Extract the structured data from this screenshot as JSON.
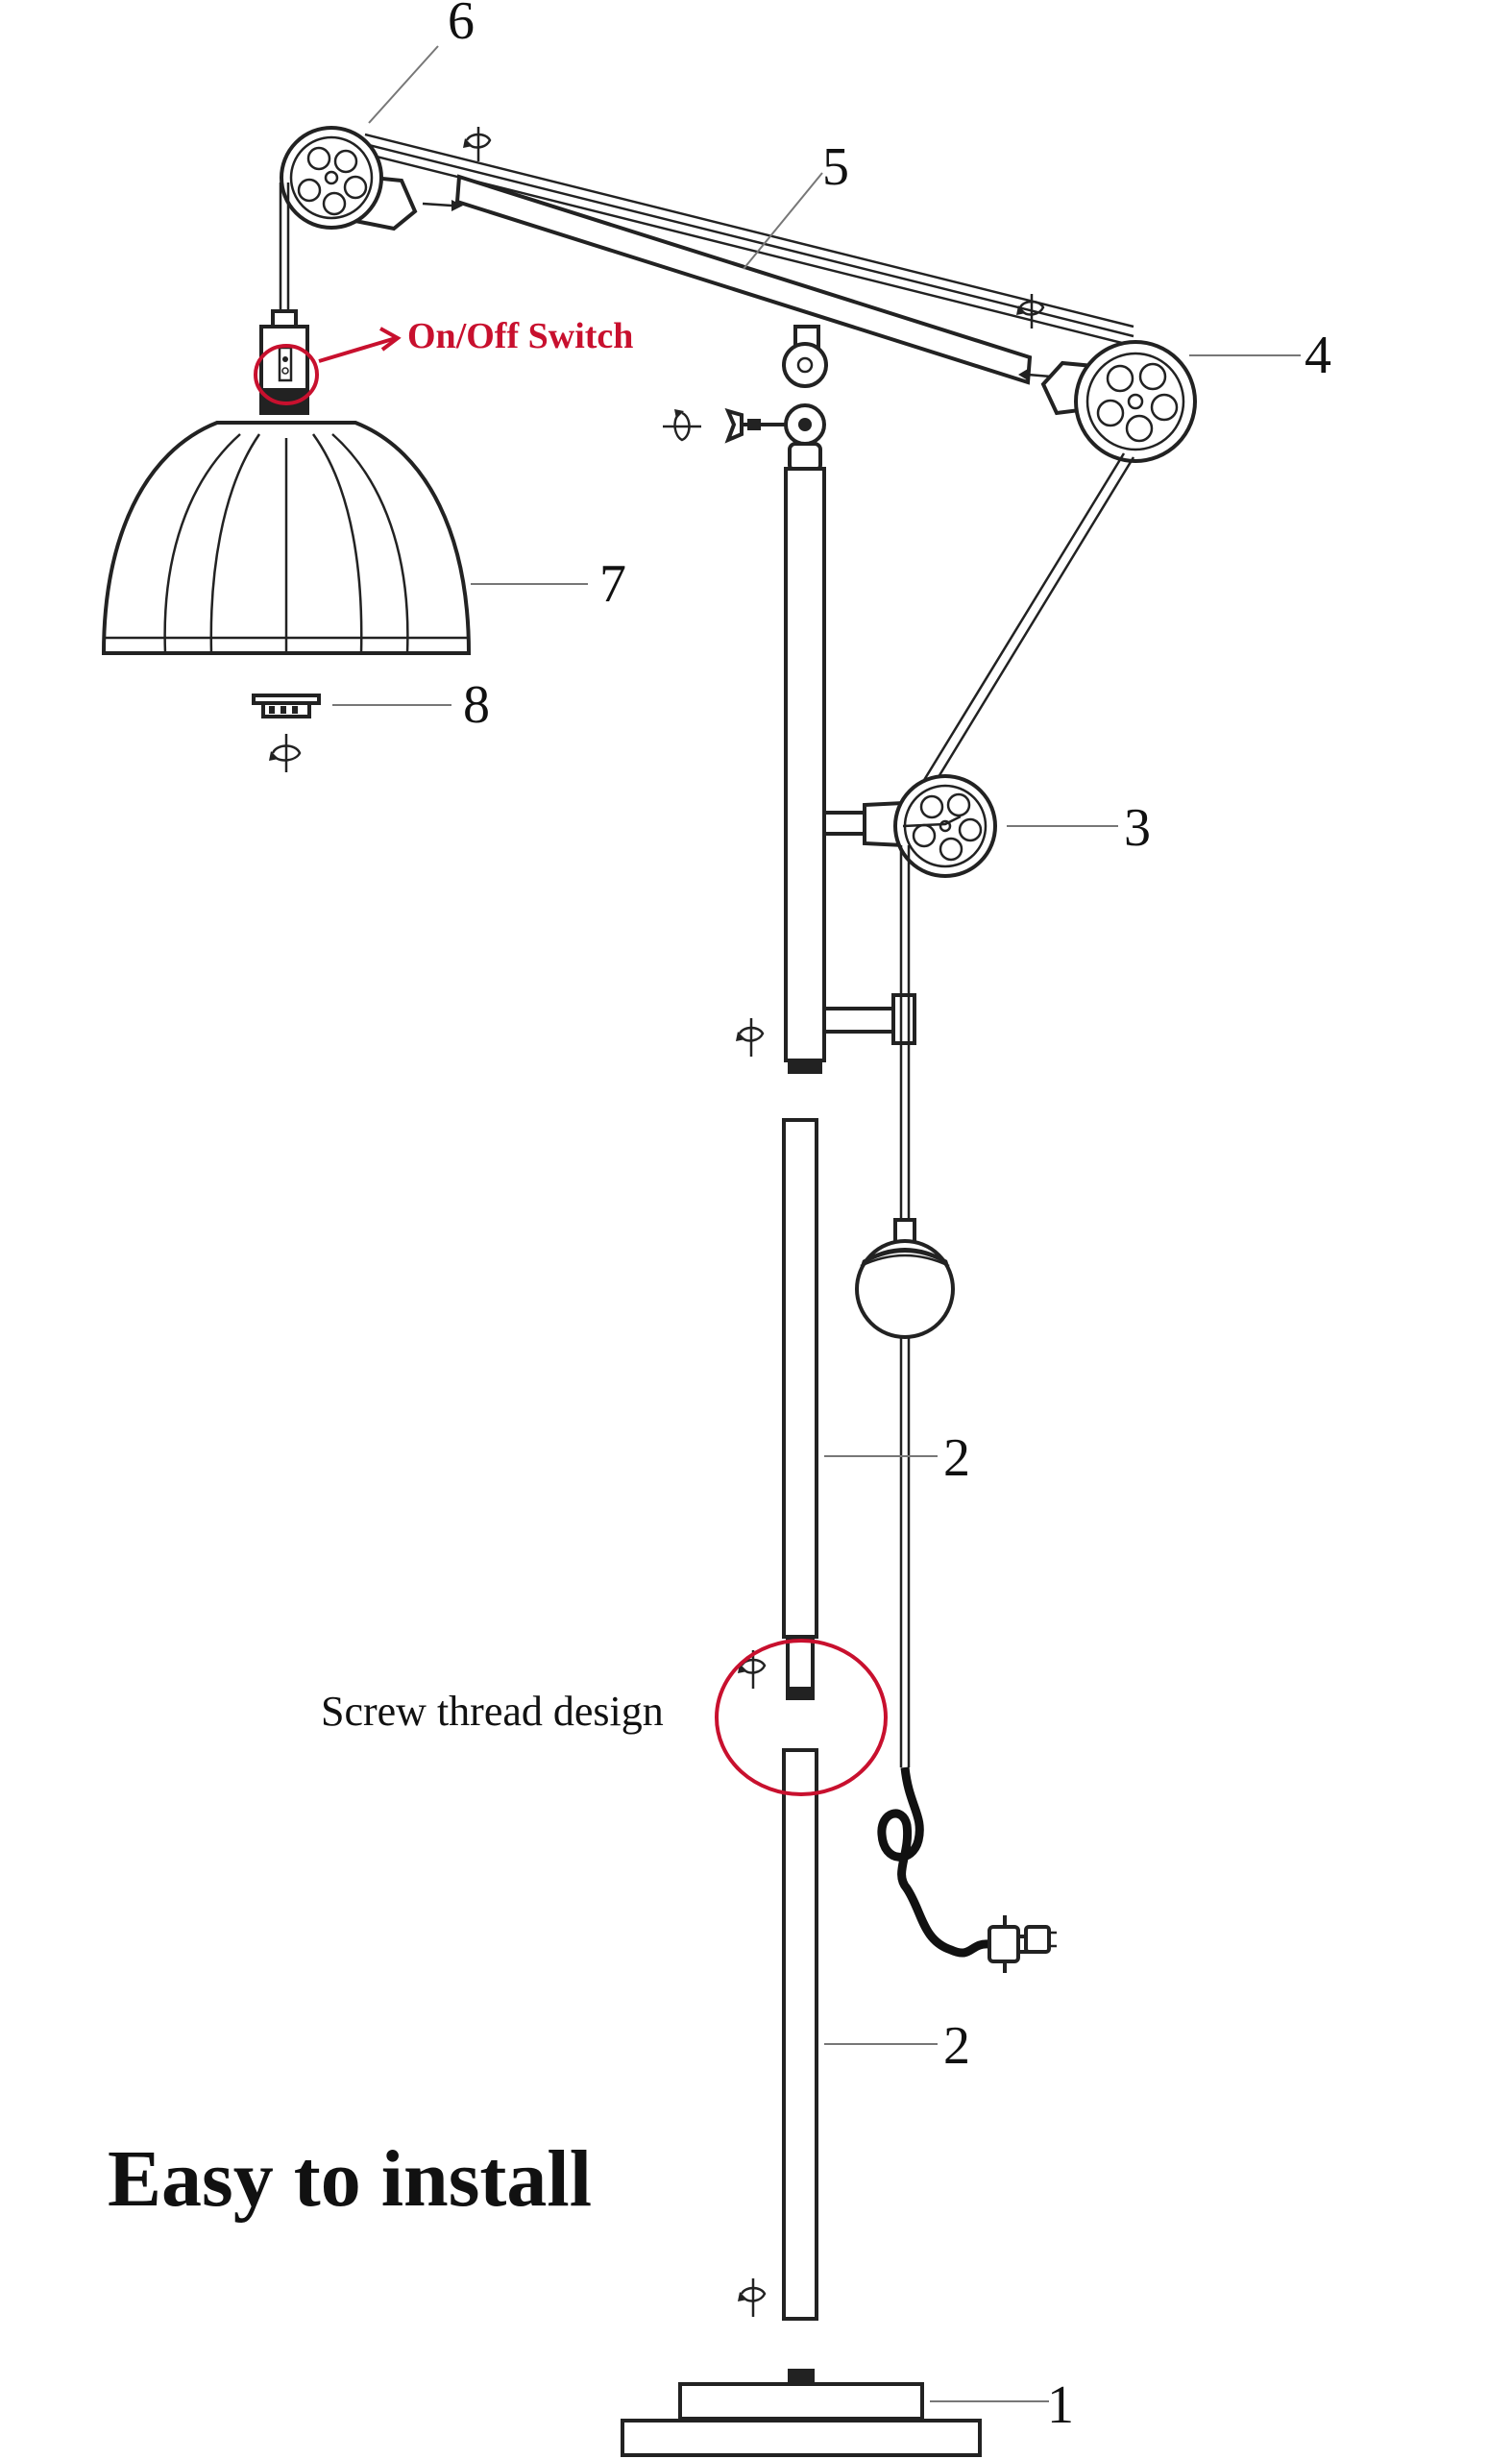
{
  "labels": {
    "part1": "1",
    "part2a": "2",
    "part2b": "2",
    "part3": "3",
    "part4": "4",
    "part5": "5",
    "part6": "6",
    "part7": "7",
    "part8": "8"
  },
  "annotations": {
    "switch": "On/Off Switch",
    "thread": "Screw thread design",
    "headline": "Easy to install"
  },
  "colors": {
    "accent": "#c8102e",
    "ink": "#222222",
    "paper": "#ffffff"
  }
}
